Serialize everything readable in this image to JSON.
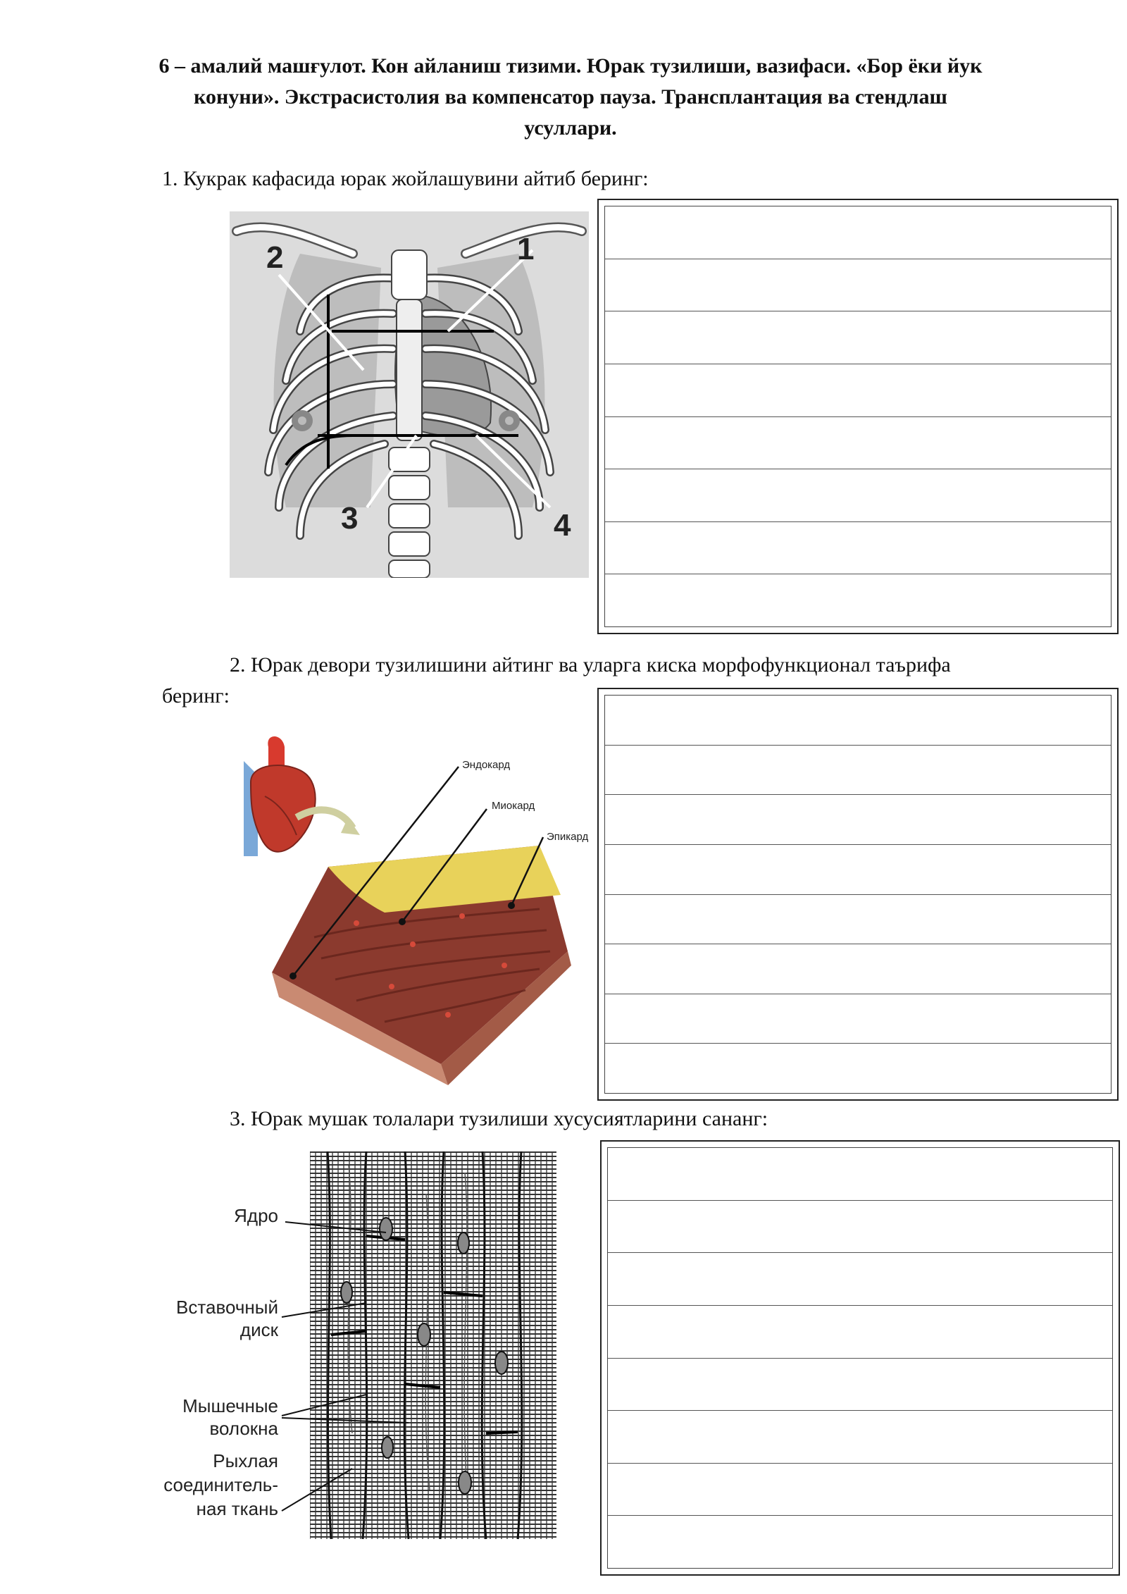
{
  "title": "6 – амалий машғулот. Кон айланиш тизими. Юрак тузилиши, вазифаси. «Бор ёки йук конуни». Экстрасистолия ва компенсатор пауза. Трансплантация ва стендлаш усуллари.",
  "task1": {
    "text": "1. Кукрак кафасида юрак жойлашувини айтиб беринг:",
    "labels": [
      "1",
      "2",
      "3",
      "4"
    ]
  },
  "task2": {
    "text_line1": "2. Юрак девори тузилишини айтинг ва уларга киска морфофункционал таърифа",
    "text_line2": "беринг:",
    "labels": [
      "Эндокард",
      "Миокард",
      "Эпикард"
    ]
  },
  "task3": {
    "text": "3. Юрак мушак толалари тузилиши хусусиятларини сананг:",
    "labels": [
      "Ядро",
      "Вставочный",
      "диск",
      "Мышечные",
      "волокна",
      "Рыхлая",
      "соединитель-",
      "ная ткань"
    ]
  },
  "colors": {
    "border": "#222222",
    "myocardium": "#8b3a2e",
    "epicardium": "#e8d25a",
    "bone": "#ffffff",
    "background_gray": "#dcdcdc"
  }
}
